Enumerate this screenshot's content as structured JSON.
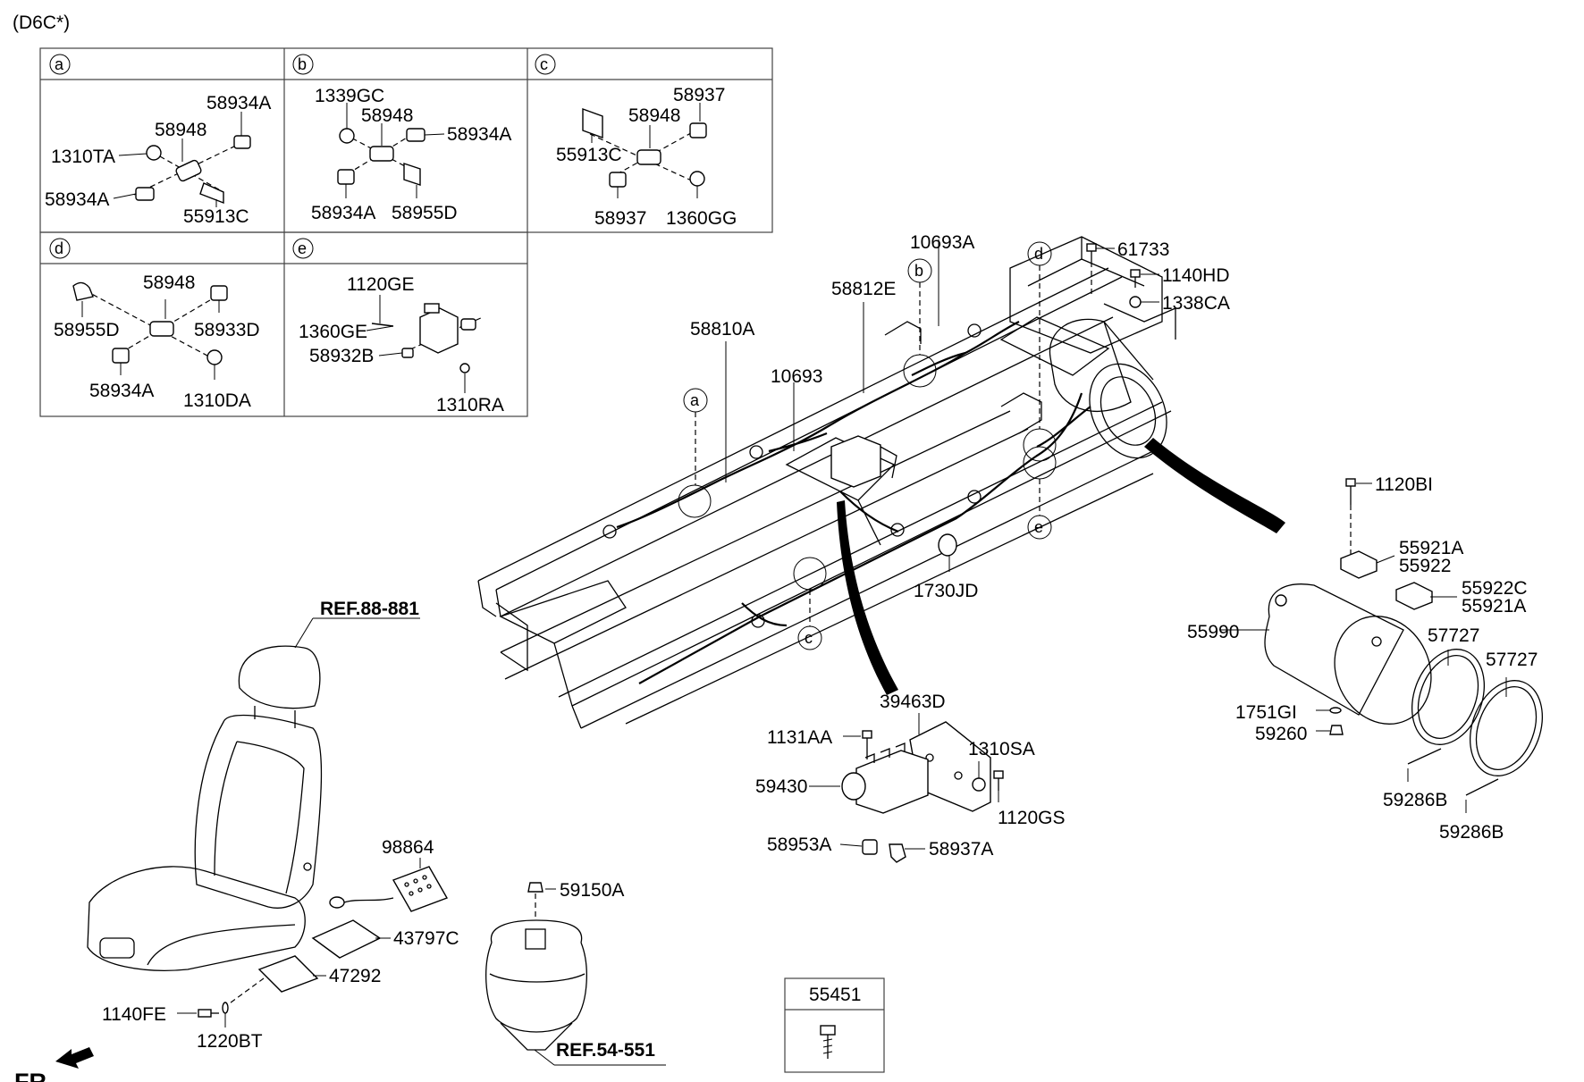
{
  "diagram": {
    "header_code": "(D6C*)",
    "front_label": "FR.",
    "detail_panels": [
      {
        "letter": "a",
        "labels": [
          "58934A",
          "58948",
          "1310TA",
          "58934A",
          "55913C"
        ]
      },
      {
        "letter": "b",
        "labels": [
          "1339GC",
          "58948",
          "58934A",
          "58934A",
          "58955D"
        ]
      },
      {
        "letter": "c",
        "labels": [
          "58937",
          "58948",
          "55913C",
          "58937",
          "1360GG"
        ]
      },
      {
        "letter": "d",
        "labels": [
          "58948",
          "58955D",
          "58933D",
          "58934A",
          "1310DA"
        ]
      },
      {
        "letter": "e",
        "labels": [
          "1120GE",
          "1360GE",
          "58932B",
          "1310RA"
        ]
      }
    ],
    "callout_letters": [
      "a",
      "b",
      "c",
      "d",
      "e"
    ],
    "main_labels": {
      "l10693A": "10693A",
      "l61733": "61733",
      "l1140HD": "1140HD",
      "l1338CA": "1338CA",
      "l58812E": "58812E",
      "l58810A": "58810A",
      "l10693": "10693",
      "l1730JD": "1730JD",
      "l1120BI": "1120BI",
      "l55921A_1": "55921A",
      "l55922": "55922",
      "l55922C": "55922C",
      "l55921A_2": "55921A",
      "l55990": "55990",
      "l57727_1": "57727",
      "l57727_2": "57727",
      "l1751GI": "1751GI",
      "l59260": "59260",
      "l59286B_1": "59286B",
      "l59286B_2": "59286B",
      "l39463D": "39463D",
      "l1131AA": "1131AA",
      "l1310SA": "1310SA",
      "l59430": "59430",
      "l1120GS": "1120GS",
      "l58953A": "58953A",
      "l58937A": "58937A",
      "l98864": "98864",
      "l43797C": "43797C",
      "l47292": "47292",
      "l1140FE": "1140FE",
      "l1220BT": "1220BT",
      "l59150A": "59150A"
    },
    "references": {
      "seat": "REF.88-881",
      "spring": "REF.54-551"
    },
    "boxed_part": "55451"
  }
}
